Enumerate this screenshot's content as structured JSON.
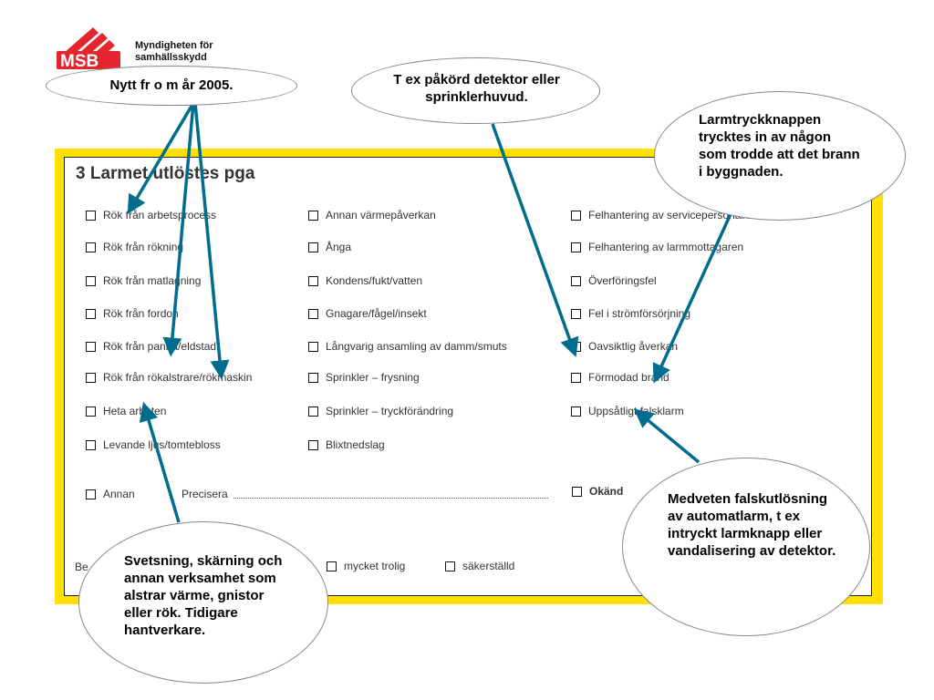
{
  "logo": {
    "org": "Myndigheten för samhällsskydd",
    "short": "MSB",
    "brand_color": "#e3262d"
  },
  "form": {
    "frame_color": "#ffe000",
    "title": "3 Larmet utlöstes pga",
    "col1": [
      "Rök från arbetsprocess",
      "Rök från rökning",
      "Rök från matlagning",
      "Rök från fordon",
      "Rök från panna/eldstad",
      "Rök från rökalstrare/rökmaskin",
      "Heta arbeten",
      "Levande ljus/tomtebloss"
    ],
    "col2": [
      "Annan värmepåverkan",
      "Ånga",
      "Kondens/fukt/vatten",
      "Gnagare/fågel/insekt",
      "Långvarig ansamling av damm/smuts",
      "Sprinkler – frysning",
      "Sprinkler – tryckförändring",
      "Blixtnedslag"
    ],
    "col3": [
      "Felhantering av servicepersonal/beställare",
      "Felhantering av larmmottagaren",
      "Överföringsfel",
      "Fel i strömförsörjning",
      "Oavsiktlig åverkan",
      "Förmodad brand",
      "Uppsåtligt falsklarm"
    ],
    "other": "Annan",
    "specify": "Precisera",
    "unknown": "Okänd",
    "bottom_label": "Be",
    "certainty": [
      "mycket trolig",
      "säkerställd"
    ]
  },
  "callouts": {
    "new_2005": "Nytt fr o m år 2005.",
    "hit_detector": "T ex påkörd detektor eller sprinklerhuvud.",
    "alarm_button": "Larmtryckknappen trycktes in av någon som trodde att det brann i byggnaden.",
    "conscious_false": "Medveten falskutlösning av automatlarm, t ex intryckt larmknapp eller vandalisering av detektor.",
    "welding": "Svetsning, skärning och annan verksamhet som alstrar värme, gnistor eller rök. Tidigare hantverkare."
  },
  "arrow_color": "#006c8e"
}
